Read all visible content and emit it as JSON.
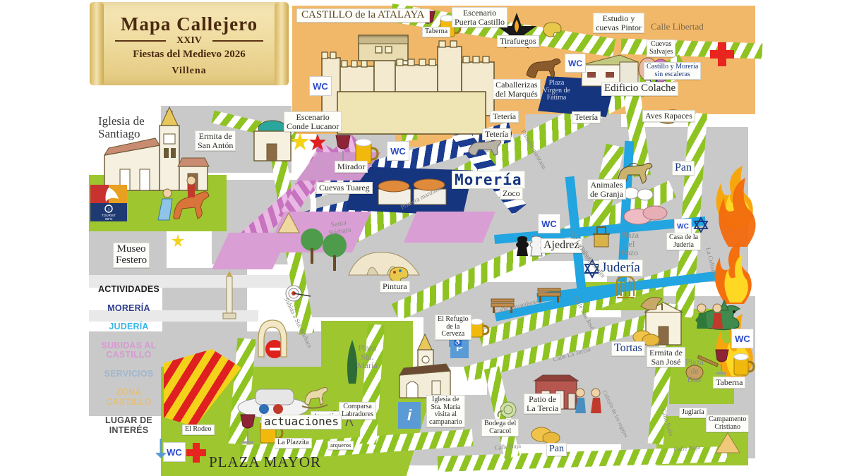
{
  "title_scroll": {
    "line1": "Mapa Callejero",
    "roman": "XXIV",
    "line2": "Fiestas del Medievo 2026",
    "line3": "Villena"
  },
  "legend": {
    "items": [
      {
        "label": "ACTIVIDADES",
        "color": "#1d1d1d"
      },
      {
        "label": "MORERÍA",
        "color": "#2f3d8e"
      },
      {
        "label": "JUDERÍA",
        "color": "#3ab6e8"
      },
      {
        "label": "SUBIDAS AL\nCASTILLO",
        "color": "#d79ad0"
      },
      {
        "label": "SERVICIOS",
        "color": "#9fb7cf"
      },
      {
        "label": "ZONA\nCASTILLO",
        "color": "#e3c07a"
      },
      {
        "label": "LUGAR DE\nINTERÉS",
        "color": "#4a4a4a"
      }
    ]
  },
  "zones": {
    "castillo_atalaya": "CASTILLO de la ATALAYA",
    "moreria": "Morería",
    "juderia": "Judería",
    "plaza_mayor": "PLAZA MAYOR"
  },
  "places": [
    {
      "name": "Iglesia de\nSantiago",
      "size": "big"
    },
    {
      "name": "Museo\nFestero",
      "size": "big"
    },
    {
      "name": "Ermita de\nSan Antón",
      "size": "med"
    },
    {
      "name": "Escenario\nConde Lucanor",
      "size": "med"
    },
    {
      "name": "Mirador",
      "size": "med"
    },
    {
      "name": "Cuevas Tuareg",
      "size": "med"
    },
    {
      "name": "Escenario\nPuerta Castillo",
      "size": "med"
    },
    {
      "name": "Taberna",
      "size": "sml"
    },
    {
      "name": "Tirafuegos",
      "size": "med"
    },
    {
      "name": "Caballerizas\ndel Marqués",
      "size": "med"
    },
    {
      "name": "Estudio y\ncuevas Pintor",
      "size": "med"
    },
    {
      "name": "Cuevas\nSalvajes",
      "size": "sml"
    },
    {
      "name": "Castillo y Morería\nsin escaleras",
      "size": "sml"
    },
    {
      "name": "Plaza\nVirgen de\nFátima",
      "size": "sml"
    },
    {
      "name": "Edificio Colache",
      "size": "big"
    },
    {
      "name": "Tetería",
      "size": "med"
    },
    {
      "name": "Aves Rapaces",
      "size": "med"
    },
    {
      "name": "Animales\nde Granja",
      "size": "med"
    },
    {
      "name": "Pan",
      "size": "big"
    },
    {
      "name": "Zoco",
      "size": "med"
    },
    {
      "name": "Ajedrez",
      "size": "big"
    },
    {
      "name": "Casa de la\nJudería",
      "size": "sml"
    },
    {
      "name": "Plaza\ndel\nPozo",
      "size": "med"
    },
    {
      "name": "Santa\nBárbara",
      "size": "sml"
    },
    {
      "name": "Pintura",
      "size": "med"
    },
    {
      "name": "El Refugio\nde la\nCerveza",
      "size": "sml"
    },
    {
      "name": "Plaza\nSta.\nMaría",
      "size": "med"
    },
    {
      "name": "Iglesia de\nSta. María\nvisita al\ncampanario",
      "size": "sml"
    },
    {
      "name": "Comparsa\nLabradores",
      "size": "sml"
    },
    {
      "name": "Atracción\nInfantil",
      "size": "xsml"
    },
    {
      "name": "arqueros",
      "size": "xsml"
    },
    {
      "name": "actuaciones",
      "size": "big"
    },
    {
      "name": "La Plazzita",
      "size": "sml"
    },
    {
      "name": "El Rodeo",
      "size": "sml"
    },
    {
      "name": "Bodega del\nCaracol",
      "size": "sml"
    },
    {
      "name": "Patio de\nLa Tercia",
      "size": "med"
    },
    {
      "name": "Tortas",
      "size": "big"
    },
    {
      "name": "Ermita de\nSan José",
      "size": "med"
    },
    {
      "name": "Plaza\nde\nBiar",
      "size": "med"
    },
    {
      "name": "Taberna",
      "size": "med"
    },
    {
      "name": "Juglaría",
      "size": "sml"
    },
    {
      "name": "Campamento\nCristiano",
      "size": "sml"
    },
    {
      "name": "Pan",
      "size": "med"
    }
  ],
  "streets": [
    "Calle Libertad",
    "Primera manzana",
    "Primera manzana",
    "Calle La Rambla",
    "Calle Cantones",
    "Subida a Sta. Bárbara",
    "Calle Lavanderas",
    "Calle San José",
    "Calle La Tercia",
    "Callejón de los regajos",
    "Calle Ruda",
    "Calle Baja",
    "Calle Baja",
    "La Cofradía"
  ],
  "icons": {
    "wc": "WC",
    "info": "i",
    "parking": "P",
    "tourist_info": "TOURIST\nINFO"
  }
}
